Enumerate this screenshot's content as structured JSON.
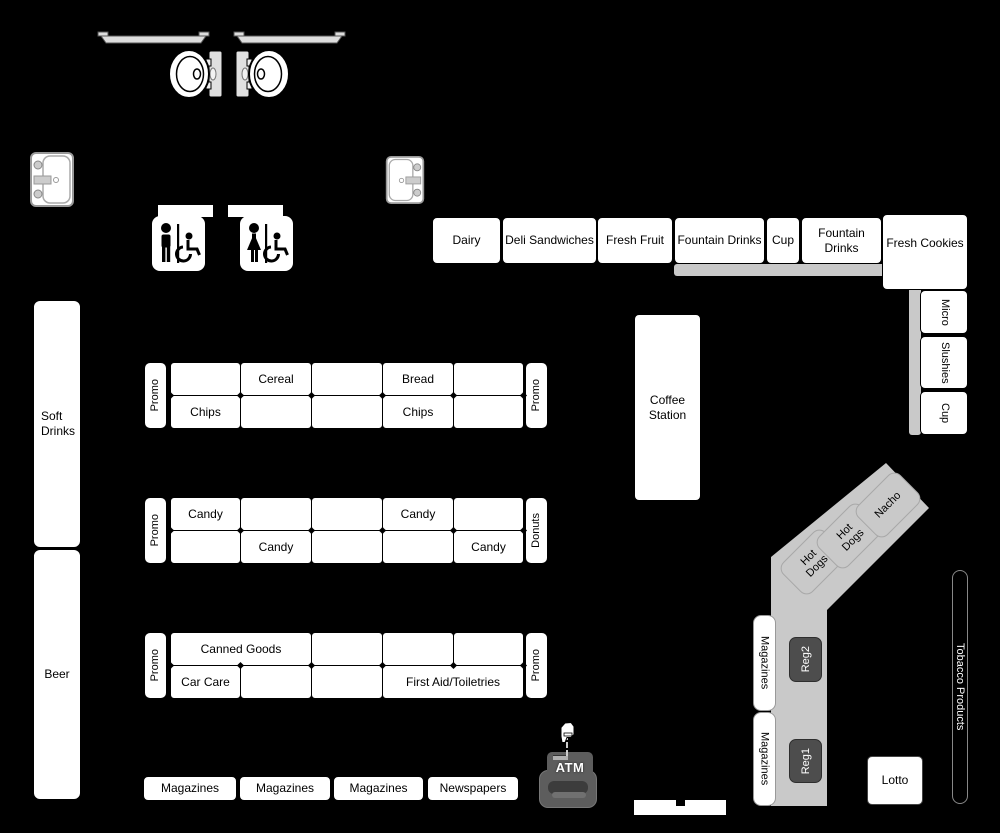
{
  "shelves_top": {
    "items": [
      "Dairy",
      "Deli Sandwiches",
      "Fresh Fruit",
      "Fountain Drinks",
      "Cup",
      "Fountain Drinks",
      "Fresh Cookies"
    ]
  },
  "right_wall": {
    "items": [
      "Micro",
      "Slushies",
      "Cup"
    ]
  },
  "coffee_station": {
    "label": "Coffee Station"
  },
  "left_wall": {
    "soft_drinks": "Soft Drinks",
    "beer": "Beer"
  },
  "aisle1": {
    "cap_left": "Promo",
    "cap_right": "Promo",
    "row_top": [
      "",
      "Cereal",
      "",
      "Bread",
      ""
    ],
    "row_bottom": [
      "Chips",
      "",
      "",
      "Chips",
      ""
    ]
  },
  "aisle2": {
    "cap_left": "Promo",
    "cap_right": "Donuts",
    "row_top": [
      "Candy",
      "",
      "",
      "Candy",
      ""
    ],
    "row_bottom": [
      "",
      "Candy",
      "",
      "",
      "Candy"
    ]
  },
  "aisle3": {
    "cap_left": "Promo",
    "cap_right": "Promo",
    "row_top": [
      "Canned Goods",
      "",
      "",
      ""
    ],
    "row_bottom": [
      "Car Care",
      "",
      "",
      "First Aid/Toiletries"
    ]
  },
  "front_row": {
    "items": [
      "Magazines",
      "Magazines",
      "Magazines",
      "Newspapers"
    ]
  },
  "atm": {
    "label": "ATM"
  },
  "checkout": {
    "stations": [
      "Hot Dogs",
      "Hot Dogs",
      "Nacho"
    ],
    "register_top": "Reg2",
    "register_bottom": "Reg1",
    "magazines_top": "Magazines",
    "magazines_bottom": "Magazines"
  },
  "tobacco": {
    "label": "Tobacco Products"
  },
  "lotto": {
    "label": "Lotto"
  },
  "colors": {
    "background": "#000000",
    "counter": "#c9c9c9",
    "register": "#4d4d4d",
    "fixture_fill": "#ffffff",
    "atm_body": "#5d5d5d"
  }
}
